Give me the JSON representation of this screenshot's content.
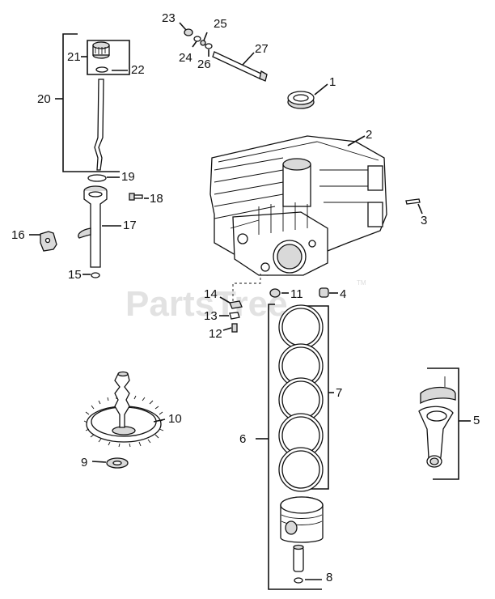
{
  "watermark": {
    "text": "PartsTree",
    "tm": "TM"
  },
  "callouts": [
    {
      "id": "1",
      "label": "1"
    },
    {
      "id": "2",
      "label": "2"
    },
    {
      "id": "3",
      "label": "3"
    },
    {
      "id": "4",
      "label": "4"
    },
    {
      "id": "5",
      "label": "5"
    },
    {
      "id": "6",
      "label": "6"
    },
    {
      "id": "7",
      "label": "7"
    },
    {
      "id": "8",
      "label": "8"
    },
    {
      "id": "9",
      "label": "9"
    },
    {
      "id": "10",
      "label": "10"
    },
    {
      "id": "11",
      "label": "11"
    },
    {
      "id": "12",
      "label": "12"
    },
    {
      "id": "13",
      "label": "13"
    },
    {
      "id": "14",
      "label": "14"
    },
    {
      "id": "15",
      "label": "15"
    },
    {
      "id": "16",
      "label": "16"
    },
    {
      "id": "17",
      "label": "17"
    },
    {
      "id": "18",
      "label": "18"
    },
    {
      "id": "19",
      "label": "19"
    },
    {
      "id": "20",
      "label": "20"
    },
    {
      "id": "21",
      "label": "21"
    },
    {
      "id": "22",
      "label": "22"
    },
    {
      "id": "23",
      "label": "23"
    },
    {
      "id": "24",
      "label": "24"
    },
    {
      "id": "25",
      "label": "25"
    },
    {
      "id": "26",
      "label": "26"
    },
    {
      "id": "27",
      "label": "27"
    }
  ]
}
